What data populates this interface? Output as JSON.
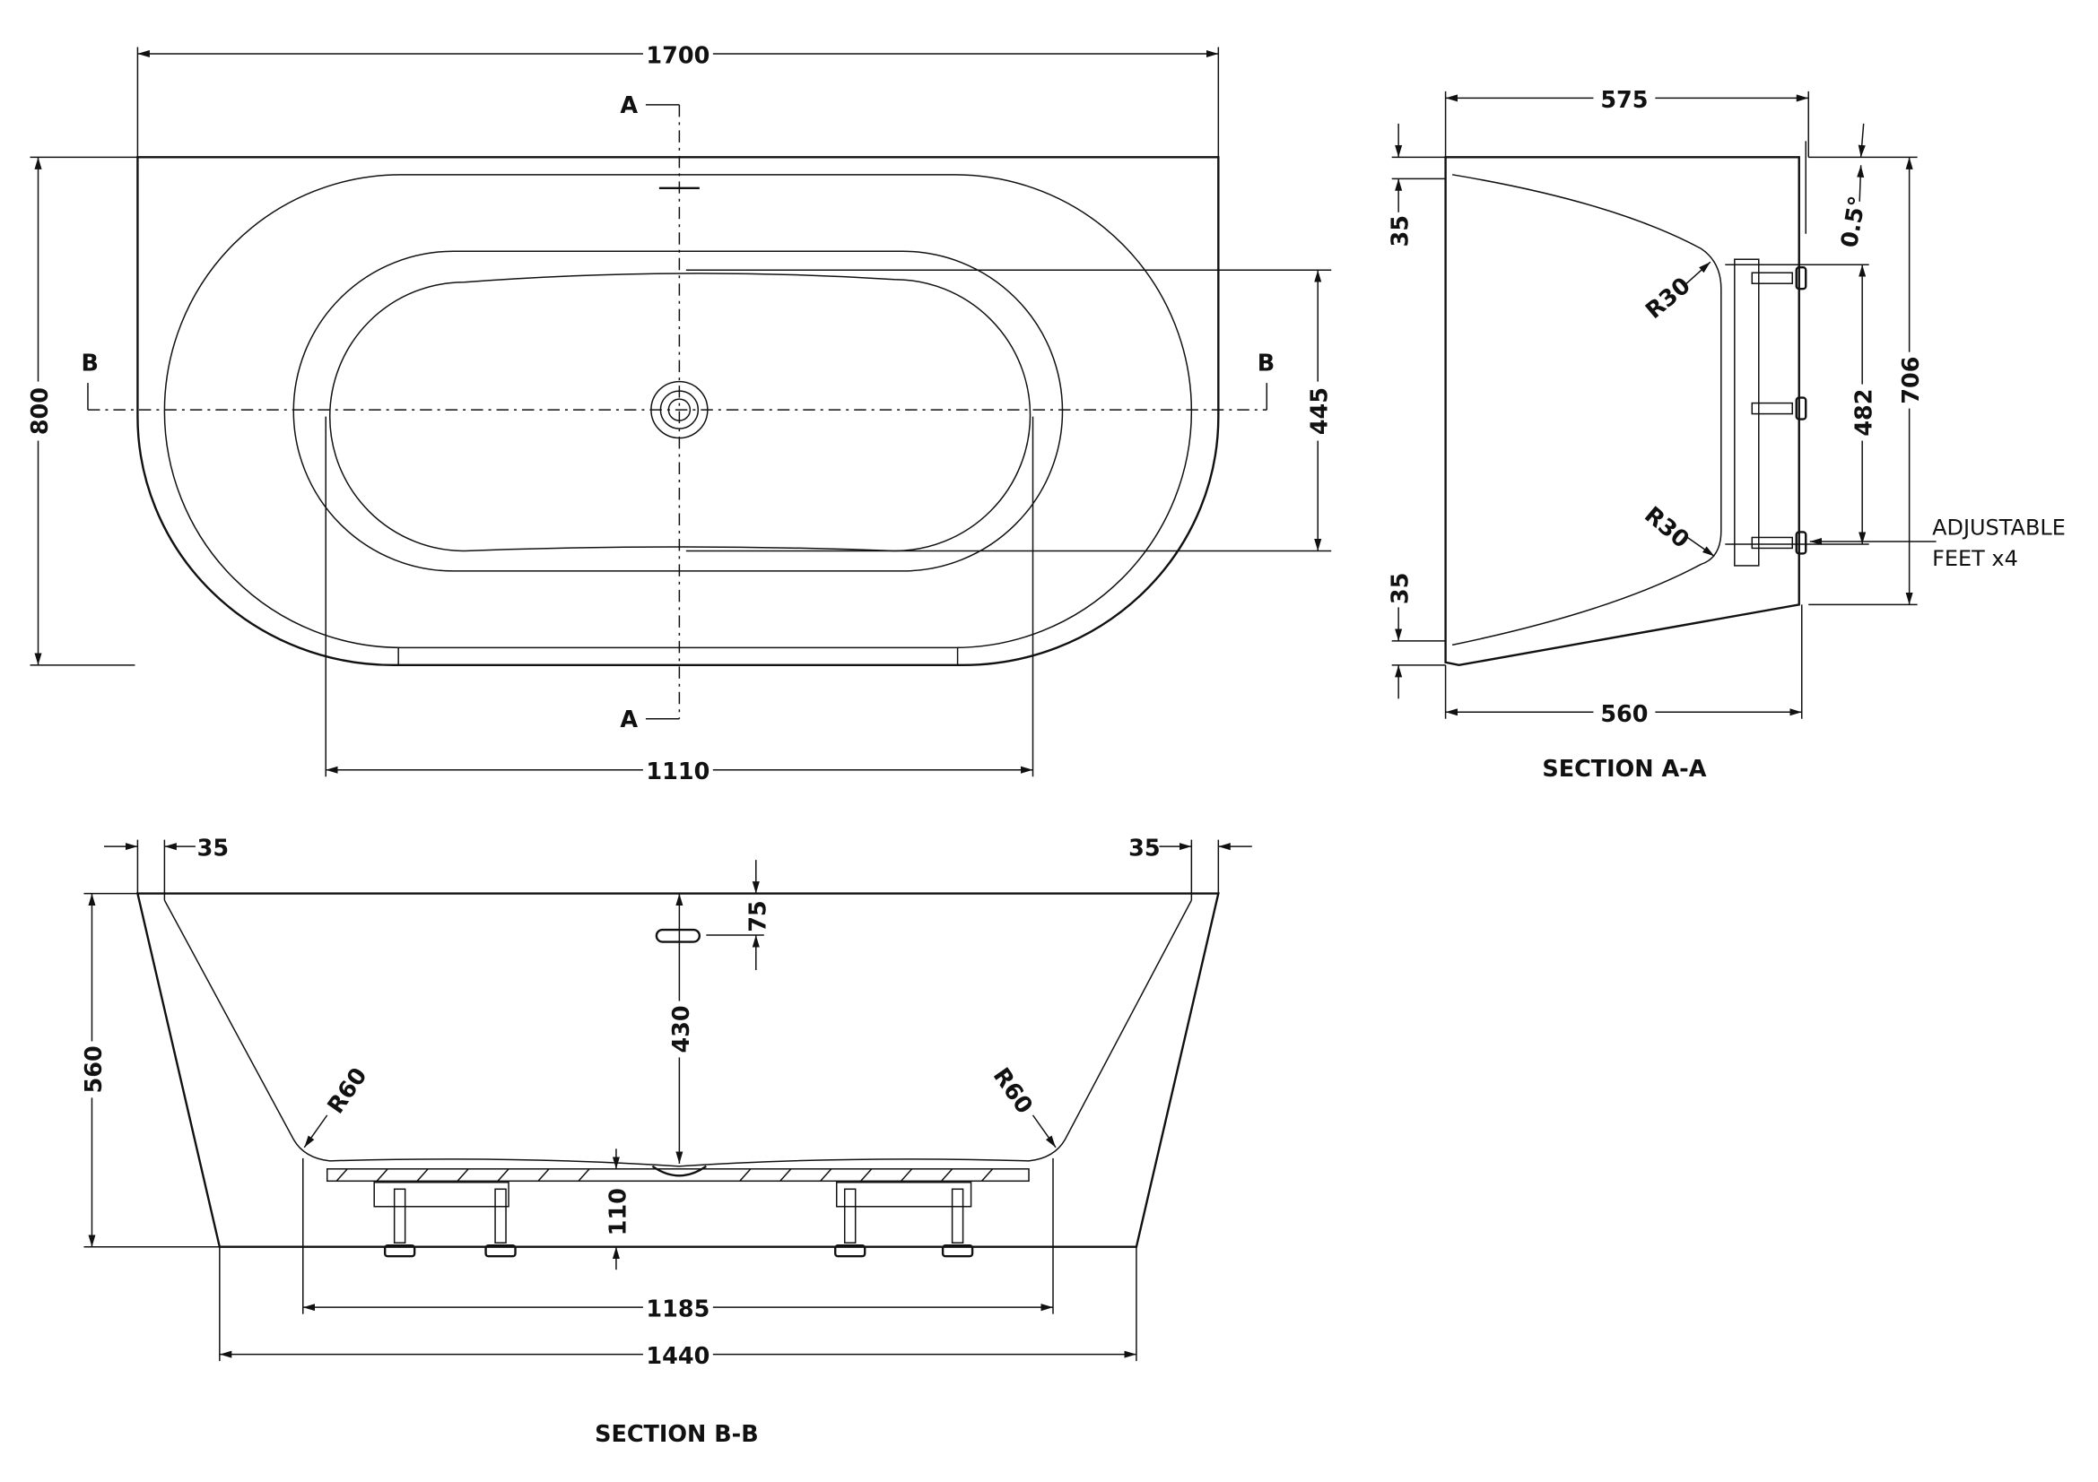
{
  "plan_view": {
    "dim_length": "1700",
    "dim_width": "800",
    "dim_inner_width": "445",
    "dim_inner_length": "1110",
    "section_a_top": "A",
    "section_a_bottom": "A",
    "section_b_left": "B",
    "section_b_right": "B"
  },
  "section_a": {
    "title": "SECTION A-A",
    "dim_top": "575",
    "dim_bottom": "560",
    "dim_rim_top": "35",
    "dim_rim_bottom": "35",
    "dim_height": "706",
    "dim_feet_span": "482",
    "angle": "0.5°",
    "radius_top": "R30",
    "radius_bottom": "R30",
    "feet_note_line1": "ADJUSTABLE",
    "feet_note_line2": "FEET x4"
  },
  "section_b": {
    "title": "SECTION B-B",
    "dim_rim_left": "35",
    "dim_rim_right": "35",
    "dim_height": "560",
    "dim_overflow": "75",
    "dim_depth": "430",
    "dim_base": "110",
    "dim_inner_base": "1185",
    "dim_base_length": "1440",
    "radius_left": "R60",
    "radius_right": "R60"
  }
}
